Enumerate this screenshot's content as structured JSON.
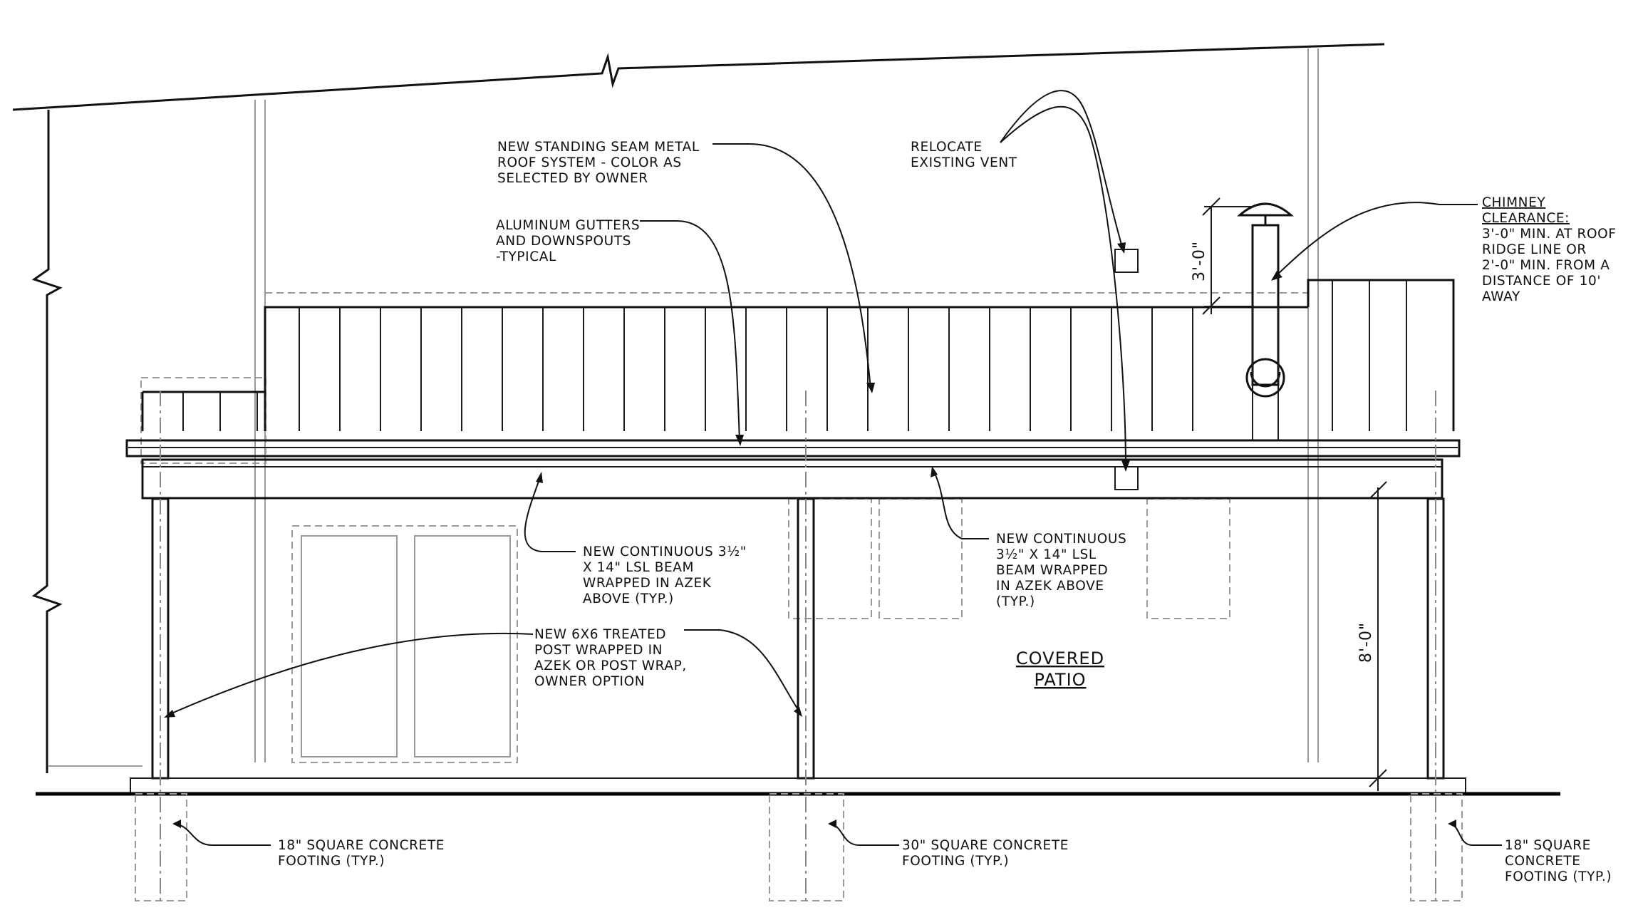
{
  "notes": {
    "roof": [
      "NEW STANDING SEAM METAL",
      "ROOF SYSTEM - COLOR AS",
      "SELECTED BY OWNER"
    ],
    "gutters": [
      "ALUMINUM GUTTERS",
      "AND DOWNSPOUTS",
      "-TYPICAL"
    ],
    "vent": [
      "RELOCATE",
      "EXISTING VENT"
    ],
    "chimney_title": [
      "CHIMNEY",
      "CLEARANCE:"
    ],
    "chimney_body": [
      "3'-0\" MIN. AT ROOF",
      "RIDGE LINE OR",
      "2'-0\" MIN. FROM A",
      "DISTANCE OF 10'",
      "AWAY"
    ],
    "beam_left": [
      "NEW CONTINUOUS 3½\"",
      "X 14\" LSL BEAM",
      "WRAPPED IN AZEK",
      "ABOVE (TYP.)"
    ],
    "beam_right": [
      "NEW CONTINUOUS",
      "3½\" X 14\" LSL",
      "BEAM WRAPPED",
      "IN AZEK ABOVE",
      "(TYP.)"
    ],
    "post": [
      "NEW 6X6 TREATED",
      "POST WRAPPED IN",
      "AZEK OR POST WRAP,",
      "OWNER OPTION"
    ],
    "covered_patio": [
      "COVERED",
      "PATIO"
    ],
    "footing_left": [
      "18\" SQUARE CONCRETE",
      "FOOTING (TYP.)"
    ],
    "footing_center": [
      "30\" SQUARE CONCRETE",
      "FOOTING (TYP.)"
    ],
    "footing_right": [
      "18\" SQUARE",
      "CONCRETE",
      "FOOTING (TYP.)"
    ]
  },
  "dimensions": {
    "chimney_height": "3'-0\"",
    "post_height": "8'-0\""
  }
}
